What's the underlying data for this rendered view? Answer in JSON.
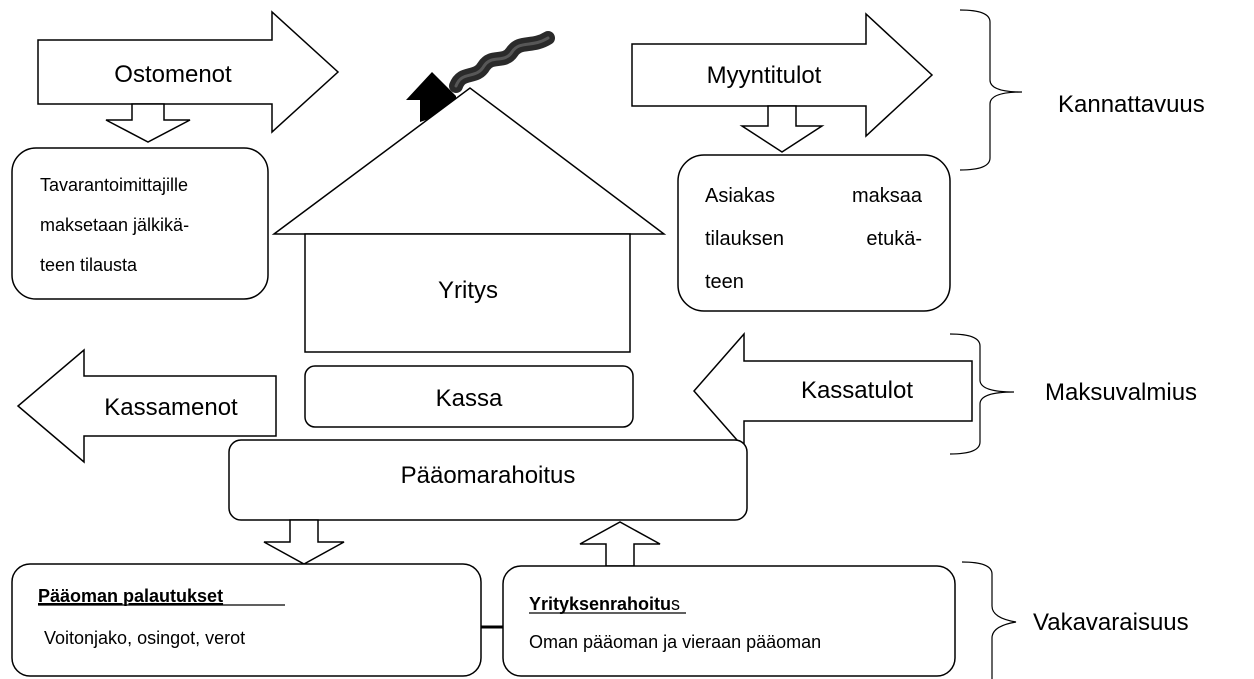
{
  "flows": {
    "ostomenot": "Ostomenot",
    "myyntitulot": "Myyntitulot",
    "kassamenot": "Kassamenot",
    "kassatulot": "Kassatulot"
  },
  "boxes": {
    "tavarantoimittajat_lines": [
      "Tavarantoimittajille",
      "maksetaan jälkikä-",
      "teen tilausta"
    ],
    "asiakas_lines": [
      [
        "Asiakas",
        "maksaa"
      ],
      [
        "tilauksen",
        "etukä-"
      ],
      [
        "teen"
      ]
    ],
    "yritys": "Yritys",
    "kassa": "Kassa",
    "paaomarahoitus": "Pääomarahoitus",
    "paaoman_palautukset_title": "Pääoman palautukset",
    "paaoman_palautukset_text": "Voitonjako, osingot, verot",
    "yrityksenrahoitus_title_bold": "Yrityksenrahoitu",
    "yrityksenrahoitus_title_rest": "s",
    "yrityksenrahoitus_text": "Oman pääoman ja vieraan pääoman"
  },
  "categories": {
    "kannattavuus": "Kannattavuus",
    "maksuvalmius": "Maksuvalmius",
    "vakavaraisuus": "Vakavaraisuus"
  }
}
